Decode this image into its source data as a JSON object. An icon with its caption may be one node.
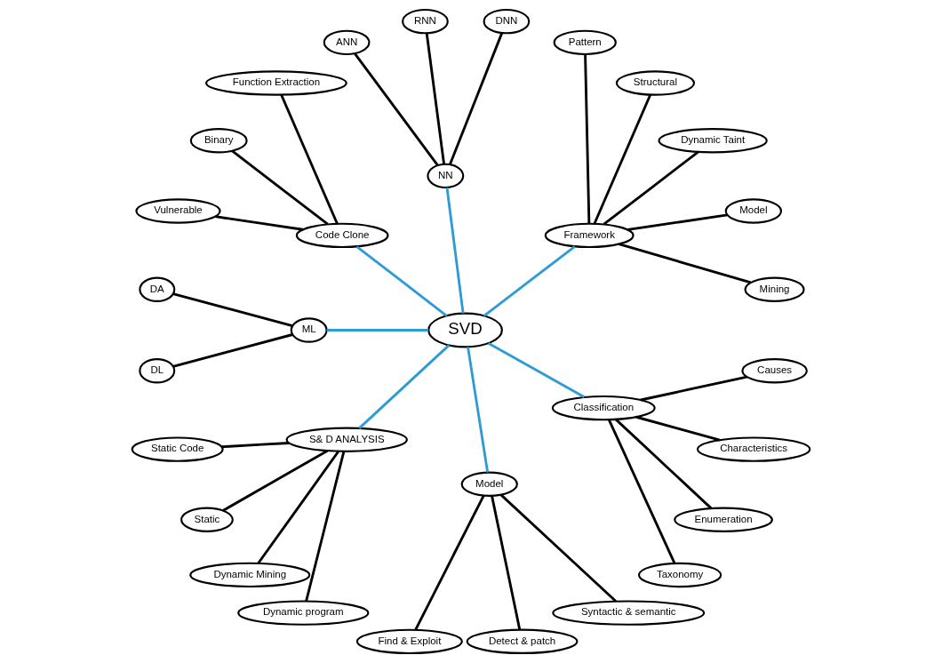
{
  "diagram": {
    "nodes": [
      {
        "text": [
          "SVD"
        ]
      },
      {
        "text": [
          "Framework"
        ]
      },
      {
        "text": [
          "NN"
        ]
      },
      {
        "text": [
          "Code Clone"
        ]
      },
      {
        "text": [
          "ML"
        ]
      },
      {
        "text": [
          "S& D ANALYSIS"
        ]
      },
      {
        "text": [
          "Model"
        ]
      },
      {
        "text": [
          "Classification"
        ]
      },
      {
        "text": [
          "Mining"
        ]
      },
      {
        "text": [
          "Model"
        ]
      },
      {
        "text": [
          "Dynamic Taint"
        ]
      },
      {
        "text": [
          "Structural"
        ]
      },
      {
        "text": [
          "Pattern"
        ]
      },
      {
        "text": [
          "DNN"
        ]
      },
      {
        "text": [
          "RNN"
        ]
      },
      {
        "text": [
          "ANN"
        ]
      },
      {
        "text": [
          "Function Extraction"
        ]
      },
      {
        "text": [
          "Binary"
        ]
      },
      {
        "text": [
          "Vulnerable"
        ]
      },
      {
        "text": [
          "DA"
        ]
      },
      {
        "text": [
          "DL"
        ]
      },
      {
        "text": [
          "Static Code"
        ]
      },
      {
        "text": [
          "Static"
        ]
      },
      {
        "text": [
          "Dynamic Mining"
        ]
      },
      {
        "text": [
          "Dynamic program"
        ]
      },
      {
        "text": [
          "Find & Exploit"
        ]
      },
      {
        "text": [
          "Detect & patch"
        ]
      },
      {
        "text": [
          "Syntactic & semantic"
        ]
      },
      {
        "text": [
          "Taxonomy"
        ]
      },
      {
        "text": [
          "Enumeration"
        ]
      },
      {
        "text": [
          "Characteristics"
        ]
      },
      {
        "text": [
          "Causes"
        ]
      }
    ],
    "edges": [
      {
        "from": 0,
        "to": 1,
        "arrow": "none",
        "color": "#2e9bd6"
      },
      {
        "from": 0,
        "to": 2,
        "arrow": "none",
        "color": "#2e9bd6"
      },
      {
        "from": 0,
        "to": 3,
        "arrow": "none",
        "color": "#2e9bd6"
      },
      {
        "from": 0,
        "to": 4,
        "arrow": "none",
        "color": "#2e9bd6"
      },
      {
        "from": 0,
        "to": 5,
        "arrow": "none",
        "color": "#2e9bd6"
      },
      {
        "from": 0,
        "to": 6,
        "arrow": "none",
        "color": "#2e9bd6"
      },
      {
        "from": 0,
        "to": 7,
        "arrow": "none",
        "color": "#2e9bd6"
      },
      {
        "from": 1,
        "to": 8,
        "arrow": "none"
      },
      {
        "from": 1,
        "to": 9,
        "arrow": "none"
      },
      {
        "from": 1,
        "to": 10,
        "arrow": "none"
      },
      {
        "from": 1,
        "to": 11,
        "arrow": "none"
      },
      {
        "from": 1,
        "to": 12,
        "arrow": "none"
      },
      {
        "from": 2,
        "to": 13,
        "arrow": "none"
      },
      {
        "from": 2,
        "to": 14,
        "arrow": "none"
      },
      {
        "from": 2,
        "to": 15,
        "arrow": "none"
      },
      {
        "from": 3,
        "to": 16,
        "arrow": "none"
      },
      {
        "from": 3,
        "to": 17,
        "arrow": "none"
      },
      {
        "from": 3,
        "to": 18,
        "arrow": "none"
      },
      {
        "from": 4,
        "to": 19,
        "arrow": "none"
      },
      {
        "from": 4,
        "to": 20,
        "arrow": "none"
      },
      {
        "from": 5,
        "to": 21,
        "arrow": "none"
      },
      {
        "from": 5,
        "to": 22,
        "arrow": "none"
      },
      {
        "from": 5,
        "to": 23,
        "arrow": "none"
      },
      {
        "from": 5,
        "to": 24,
        "arrow": "none"
      },
      {
        "from": 6,
        "to": 25,
        "arrow": "none"
      },
      {
        "from": 6,
        "to": 26,
        "arrow": "none"
      },
      {
        "from": 6,
        "to": 27,
        "arrow": "none"
      },
      {
        "from": 7,
        "to": 28,
        "arrow": "none"
      },
      {
        "from": 7,
        "to": 29,
        "arrow": "none"
      },
      {
        "from": 7,
        "to": 30,
        "arrow": "none"
      },
      {
        "from": 7,
        "to": 31,
        "arrow": "none"
      }
    ]
  }
}
